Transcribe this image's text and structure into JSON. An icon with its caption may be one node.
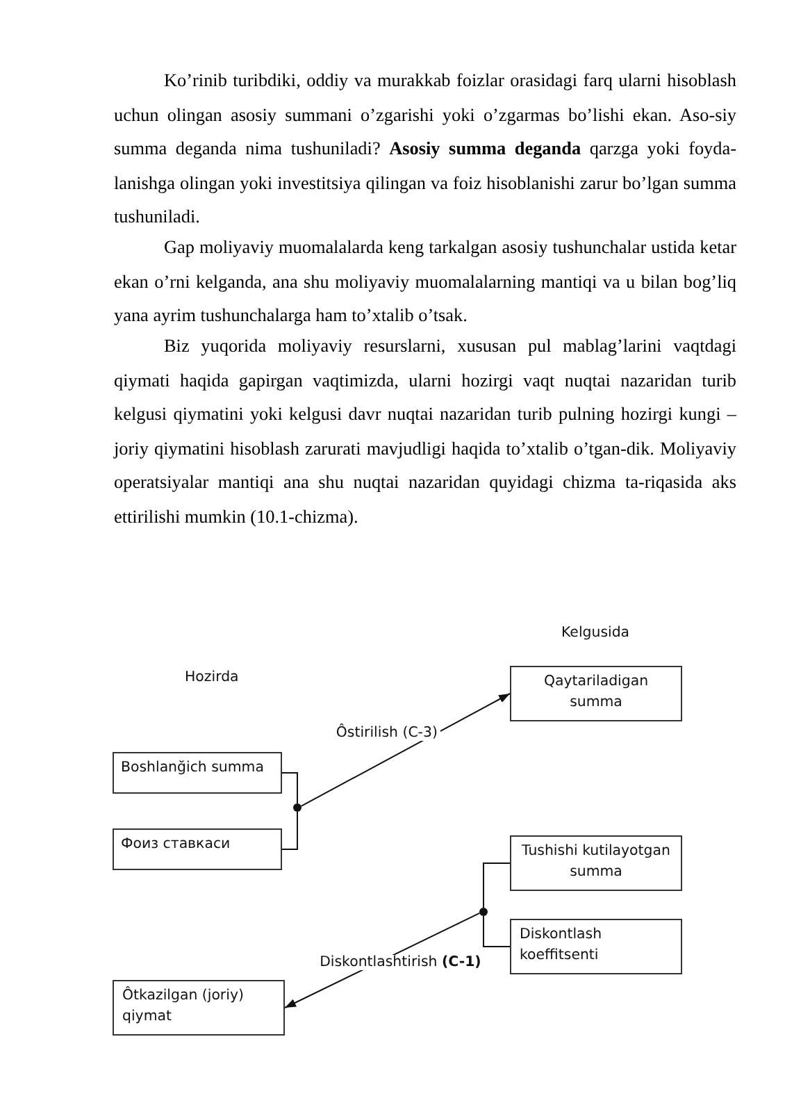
{
  "diagram": {
    "nodes": [
      {
        "text": [
          "Qaytariladigan summa"
        ]
      },
      {
        "text": [
          "Boshlanğich summa"
        ]
      },
      {
        "text": [],
        "shape": "circle"
      },
      {
        "text": [
          "Фоиз ставкаси"
        ]
      },
      {
        "text": [
          "Tushishi kutilayotgan summa"
        ]
      },
      {
        "text": [],
        "shape": "circle"
      },
      {
        "text": [
          "Diskontlash koeffitsenti"
        ]
      },
      {
        "text": [
          "Ôtkazilgan (joriy) qiymat"
        ]
      }
    ],
    "edges": [
      {
        "from": 1,
        "to": 2,
        "arrow": "none"
      },
      {
        "from": 3,
        "to": 2,
        "arrow": "none"
      },
      {
        "from": 2,
        "to": 0,
        "arrow": "to",
        "label": "Ôstirilish  (C-3)"
      },
      {
        "from": 4,
        "to": 5,
        "arrow": "none"
      },
      {
        "from": 6,
        "to": 5,
        "arrow": "none"
      },
      {
        "from": 5,
        "to": 7,
        "arrow": "to",
        "label": "Diskontlashtirish  **(C-1)**"
      }
    ],
    "labels": [
      "Ko’rinib turibdiki, oddiy va murakkab foizlar orasidagi farq ularni hisoblash uchun olingan asosiy summani o’zgarishi yoki o’zgarmas bo’lishi ekan. Aso-siy summa deganda nima tushuniladi? **Asosiy summa deganda** qarzga yoki foyda-lanishga olingan yoki investitsiya qilingan va foiz hisoblanishi zarur bo’lgan summa tushuniladi.",
      "Gap moliyaviy muomalalarda keng tarkalgan asosiy tushunchalar ustida ketar ekan o’rni kelganda, ana shu moliyaviy muomalalarning mantiqi va u bilan bog’liq yana ayrim tushunchalarga ham to’xtalib o’tsak.",
      "Biz yuqorida moliyaviy resurslarni, xususan pul mablag’larini vaqtdagi qiymati haqida gapirgan vaqtimizda, ularni hozirgi vaqt nuqtai nazaridan turib kelgusi qiymatini yoki kelgusi davr nuqtai nazaridan turib pulning hozirgi kungi – joriy qiymatini hisoblash zarurati mavjudligi haqida to’xtalib o’tgan-dik. Moliyaviy operatsiyalar mantiqi ana shu nuqtai nazaridan quyidagi chizma ta-riqasida aks ettirilishi mumkin (10.1-chizma).",
      "Kelgusida",
      "Hozirda"
    ]
  }
}
